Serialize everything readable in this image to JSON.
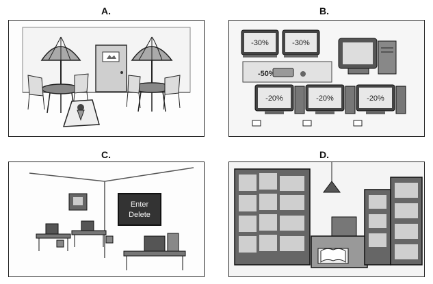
{
  "labels": {
    "a": "A.",
    "b": "B.",
    "c": "C.",
    "d": "D."
  },
  "panel_b": {
    "monitor_tags": [
      "-30%",
      "-30%",
      "-20%",
      "-20%",
      "-20%"
    ],
    "banner_tag": "-50%"
  },
  "panel_c": {
    "board_line1": "Enter",
    "board_line2": "Delete"
  },
  "colors": {
    "ink": "#222222",
    "gray_light": "#d9d9d9",
    "gray_mid": "#9a9a9a",
    "gray_dark": "#555555"
  }
}
